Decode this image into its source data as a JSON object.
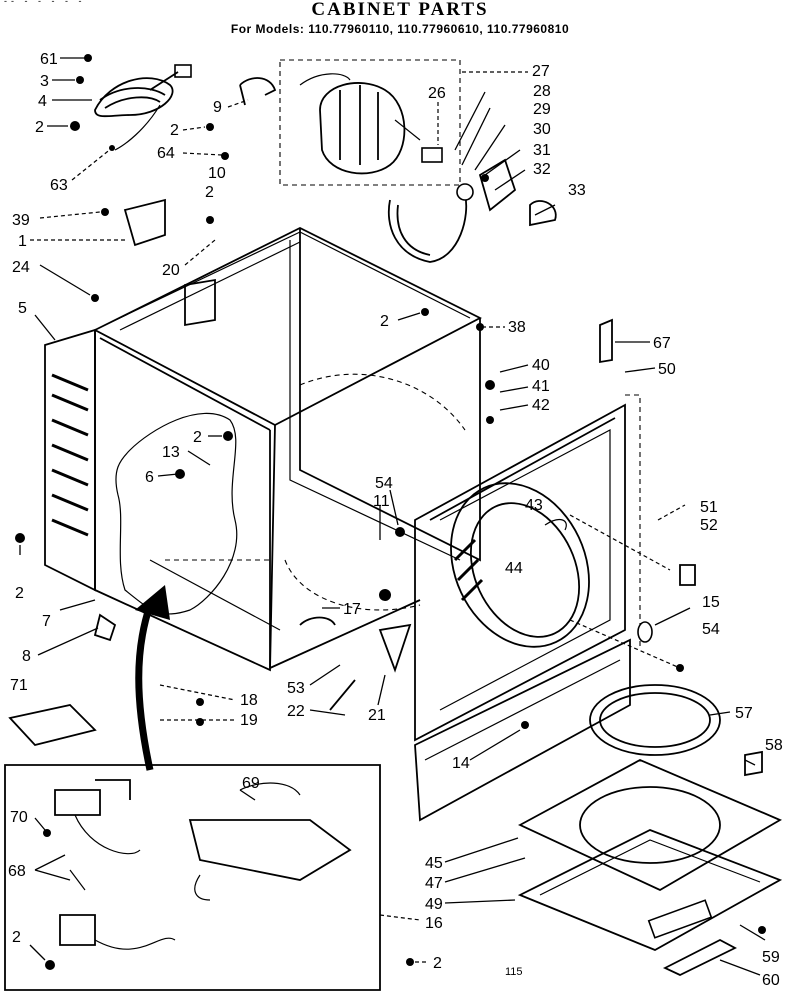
{
  "header": {
    "title": "CABINET PARTS",
    "subtitle": "For Models: 110.77960110, 110.77960610, 110.77960810",
    "top_marks": "-- - - - - -"
  },
  "footer": {
    "mark": "115"
  },
  "callouts": [
    {
      "id": "c61",
      "text": "61"
    },
    {
      "id": "c3",
      "text": "3"
    },
    {
      "id": "c4",
      "text": "4"
    },
    {
      "id": "c2a",
      "text": "2"
    },
    {
      "id": "c63",
      "text": "63"
    },
    {
      "id": "c9",
      "text": "9"
    },
    {
      "id": "c2b",
      "text": "2"
    },
    {
      "id": "c64",
      "text": "64"
    },
    {
      "id": "c27",
      "text": "27"
    },
    {
      "id": "c26",
      "text": "26"
    },
    {
      "id": "c28",
      "text": "28"
    },
    {
      "id": "c29",
      "text": "29"
    },
    {
      "id": "c30",
      "text": "30"
    },
    {
      "id": "c31",
      "text": "31"
    },
    {
      "id": "c32",
      "text": "32"
    },
    {
      "id": "c33",
      "text": "33"
    },
    {
      "id": "c10",
      "text": "10"
    },
    {
      "id": "c2c",
      "text": "2"
    },
    {
      "id": "c39",
      "text": "39"
    },
    {
      "id": "c1",
      "text": "1"
    },
    {
      "id": "c20",
      "text": "20"
    },
    {
      "id": "c24",
      "text": "24"
    },
    {
      "id": "c5",
      "text": "5"
    },
    {
      "id": "c2d",
      "text": "2"
    },
    {
      "id": "c38",
      "text": "38"
    },
    {
      "id": "c67",
      "text": "67"
    },
    {
      "id": "c40",
      "text": "40"
    },
    {
      "id": "c50",
      "text": "50"
    },
    {
      "id": "c41",
      "text": "41"
    },
    {
      "id": "c42",
      "text": "42"
    },
    {
      "id": "c2e",
      "text": "2"
    },
    {
      "id": "c13",
      "text": "13"
    },
    {
      "id": "c6",
      "text": "6"
    },
    {
      "id": "c54a",
      "text": "54"
    },
    {
      "id": "c11",
      "text": "11"
    },
    {
      "id": "c43",
      "text": "43"
    },
    {
      "id": "c51",
      "text": "51"
    },
    {
      "id": "c52",
      "text": "52"
    },
    {
      "id": "c44",
      "text": "44"
    },
    {
      "id": "c2f",
      "text": "2"
    },
    {
      "id": "c7",
      "text": "7"
    },
    {
      "id": "c15",
      "text": "15"
    },
    {
      "id": "c17",
      "text": "17"
    },
    {
      "id": "c54b",
      "text": "54"
    },
    {
      "id": "c8",
      "text": "8"
    },
    {
      "id": "c71",
      "text": "71"
    },
    {
      "id": "c53",
      "text": "53"
    },
    {
      "id": "c18",
      "text": "18"
    },
    {
      "id": "c22",
      "text": "22"
    },
    {
      "id": "c21",
      "text": "21"
    },
    {
      "id": "c19",
      "text": "19"
    },
    {
      "id": "c57",
      "text": "57"
    },
    {
      "id": "c14",
      "text": "14"
    },
    {
      "id": "c58",
      "text": "58"
    },
    {
      "id": "c69",
      "text": "69"
    },
    {
      "id": "c70",
      "text": "70"
    },
    {
      "id": "c68",
      "text": "68"
    },
    {
      "id": "c45",
      "text": "45"
    },
    {
      "id": "c47",
      "text": "47"
    },
    {
      "id": "c49",
      "text": "49"
    },
    {
      "id": "c16",
      "text": "16"
    },
    {
      "id": "c2g",
      "text": "2"
    },
    {
      "id": "c2h",
      "text": "2"
    },
    {
      "id": "c59",
      "text": "59"
    },
    {
      "id": "c60",
      "text": "60"
    }
  ]
}
